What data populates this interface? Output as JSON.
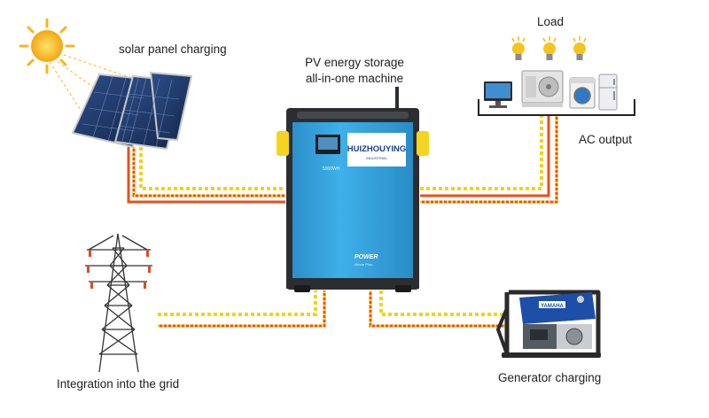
{
  "labels": {
    "solar": "solar panel charging",
    "machine_line1": "PV energy storage",
    "machine_line2": "all-in-one machine",
    "load": "Load",
    "ac_output": "AC output",
    "grid": "Integration into the grid",
    "generator": "Generator charging"
  },
  "device": {
    "brand_main": "HUIZHOUYING",
    "brand_sub": "INDUSTRIAL",
    "capacity": "5000WH",
    "model": "POWER",
    "model_sub": "Allone Plus"
  },
  "generator_brand": "YAMAHA",
  "colors": {
    "cable_orange": "#e8501e",
    "cable_yellow": "#f2d21a",
    "device_blue": "#35a6e0",
    "device_dark": "#2b2d31",
    "handle_yellow": "#f4d51e",
    "sun": "#f6b71c"
  },
  "icons": [
    "sun-icon",
    "solar-panel-icon",
    "light-bulb-icon",
    "monitor-icon",
    "air-conditioner-icon",
    "washing-machine-icon",
    "refrigerator-icon",
    "power-tower-icon",
    "generator-icon"
  ]
}
